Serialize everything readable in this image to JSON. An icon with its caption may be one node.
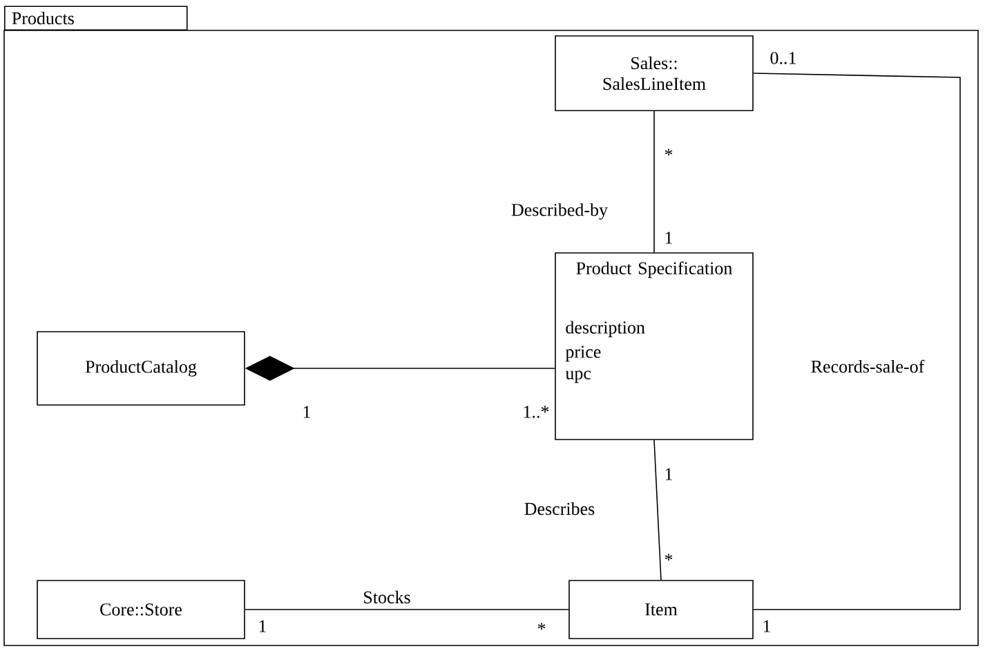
{
  "diagram": {
    "nodes": [
      {
        "text": [
          "Products"
        ]
      },
      {
        "text": [
          "Sales:: SalesLineItem"
        ],
        "in": 0
      },
      {
        "text": [
          "ProductCatalog"
        ],
        "in": 0
      },
      {
        "text": [
          "Product Specification",
          "description",
          "price",
          "upc"
        ],
        "in": 0
      },
      {
        "text": [
          "Core::Store"
        ],
        "in": 0
      },
      {
        "text": [
          "Item"
        ],
        "in": 0
      }
    ],
    "edges": [
      {
        "from": 1,
        "to": 3,
        "arrow": "none",
        "label": "Described-by"
      },
      {
        "from": 2,
        "to": 3,
        "arrow": "other"
      },
      {
        "from": 3,
        "to": 5,
        "arrow": "none",
        "label": "Describes"
      },
      {
        "from": 4,
        "to": 5,
        "arrow": "none",
        "label": "Stocks"
      },
      {
        "from": 1,
        "to": 5,
        "arrow": "none",
        "label": "Records-sale-of"
      }
    ],
    "labels": [
      "0..1",
      "*",
      "1",
      "1",
      "1..*",
      "1",
      "*",
      "1",
      "*",
      "1"
    ]
  }
}
